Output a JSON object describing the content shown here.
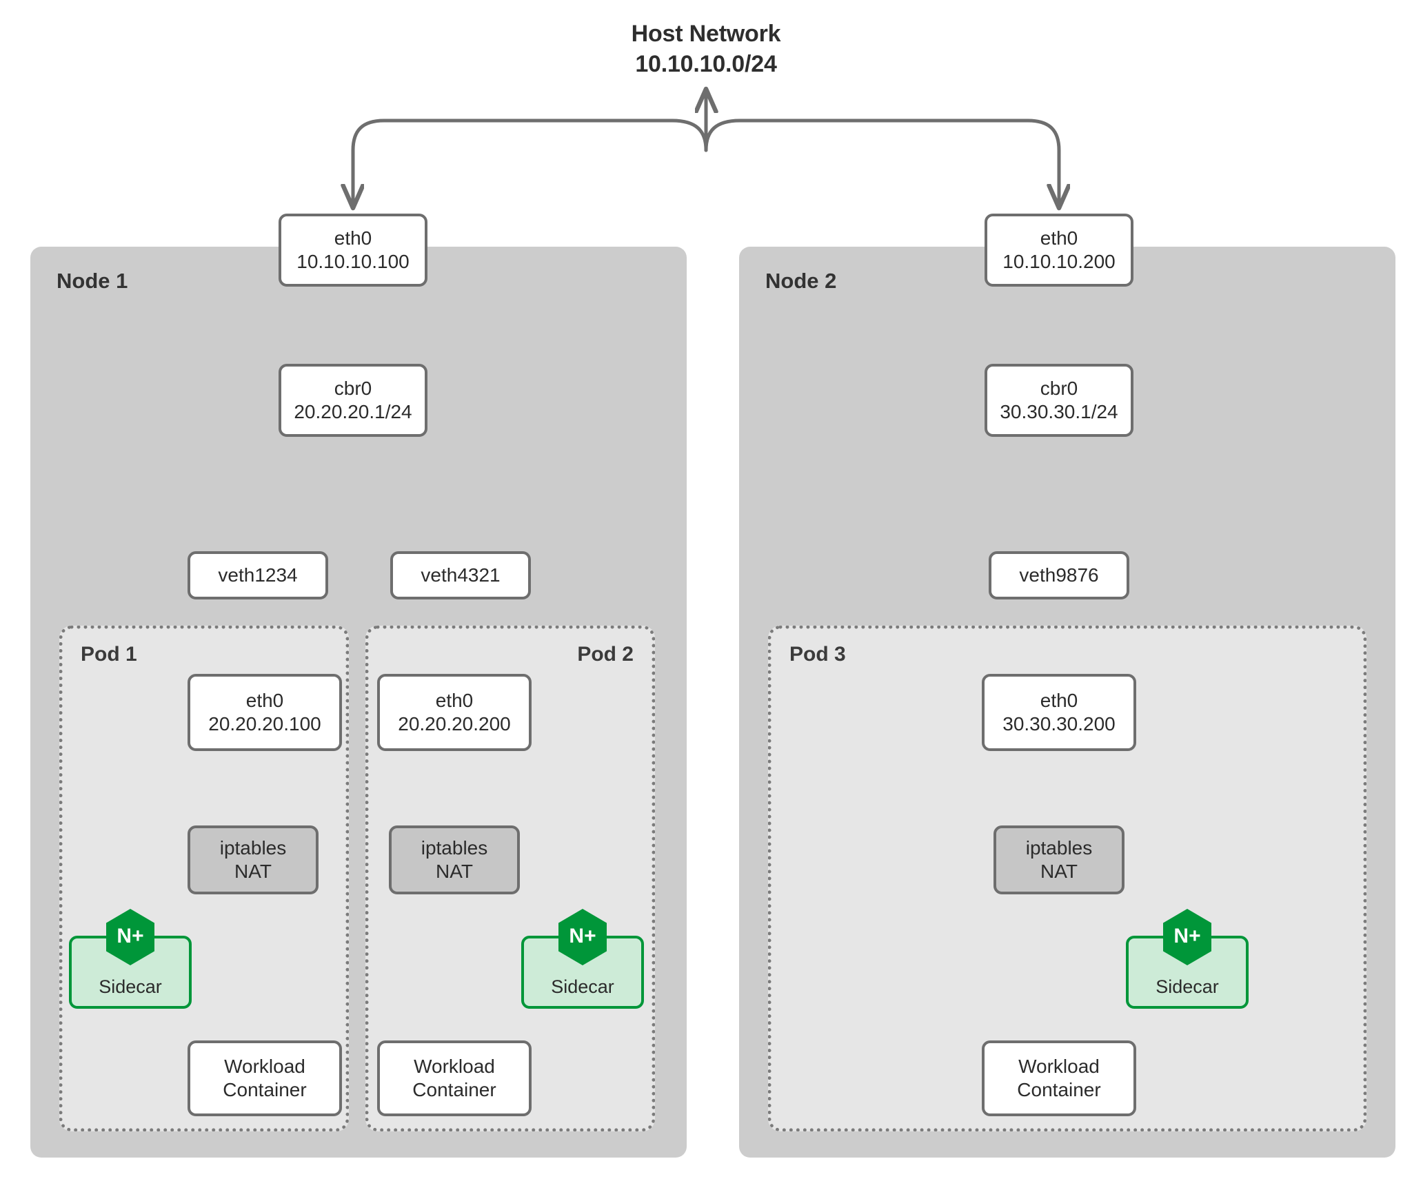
{
  "title": {
    "line1": "Host Network",
    "line2": "10.10.10.0/24"
  },
  "colors": {
    "node_bg": "#cccccc",
    "pod_bg": "#e6e6e6",
    "box_border": "#6e6e6e",
    "nat_bg": "#c6c6c6",
    "nginx_green": "#009639",
    "sidecar_bg": "#cdebd7",
    "arrow": "#6e6e6e",
    "text": "#2b2b2b",
    "page_bg": "#ffffff"
  },
  "nodes": [
    {
      "label": "Node 1",
      "host_nic": {
        "line1": "eth0",
        "line2": "10.10.10.100"
      },
      "bridge": {
        "line1": "cbr0",
        "line2": "20.20.20.1/24"
      },
      "veths": [
        "veth1234",
        "veth4321"
      ],
      "pods": [
        {
          "label": "Pod 1",
          "label_align": "left",
          "eth": {
            "line1": "eth0",
            "line2": "20.20.20.100"
          },
          "nat": {
            "line1": "iptables",
            "line2": "NAT"
          },
          "sidecar": {
            "label": "Sidecar",
            "logo": "nginx-plus-hexagon",
            "logo_text": "N+"
          },
          "workload": {
            "line1": "Workload",
            "line2": "Container"
          },
          "sidecar_side": "left"
        },
        {
          "label": "Pod 2",
          "label_align": "right",
          "eth": {
            "line1": "eth0",
            "line2": "20.20.20.200"
          },
          "nat": {
            "line1": "iptables",
            "line2": "NAT"
          },
          "sidecar": {
            "label": "Sidecar",
            "logo": "nginx-plus-hexagon",
            "logo_text": "N+"
          },
          "workload": {
            "line1": "Workload",
            "line2": "Container"
          },
          "sidecar_side": "right"
        }
      ]
    },
    {
      "label": "Node 2",
      "host_nic": {
        "line1": "eth0",
        "line2": "10.10.10.200"
      },
      "bridge": {
        "line1": "cbr0",
        "line2": "30.30.30.1/24"
      },
      "veths": [
        "veth9876"
      ],
      "pods": [
        {
          "label": "Pod 3",
          "label_align": "left",
          "eth": {
            "line1": "eth0",
            "line2": "30.30.30.200"
          },
          "nat": {
            "line1": "iptables",
            "line2": "NAT"
          },
          "sidecar": {
            "label": "Sidecar",
            "logo": "nginx-plus-hexagon",
            "logo_text": "N+"
          },
          "workload": {
            "line1": "Workload",
            "line2": "Container"
          },
          "sidecar_side": "right"
        }
      ]
    }
  ]
}
